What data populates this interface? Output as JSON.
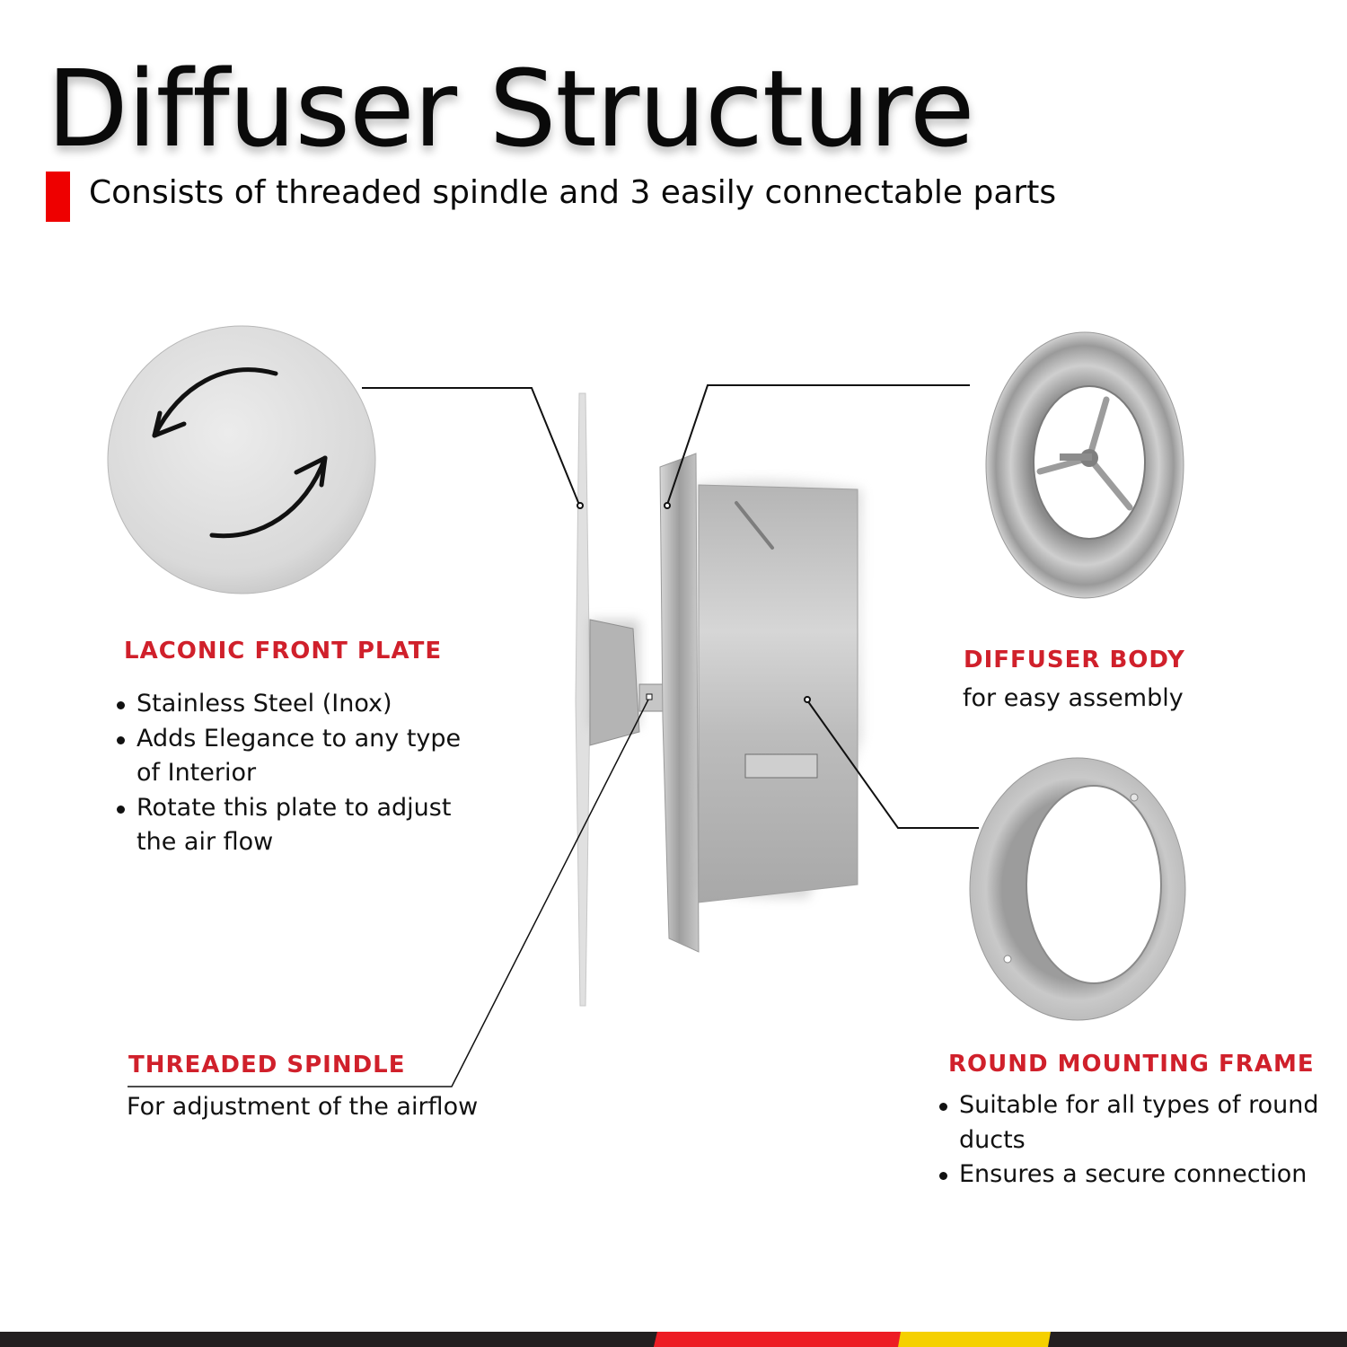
{
  "header": {
    "title": "Diffuser Structure",
    "subtitle": "Consists of threaded spindle and 3 easily connectable parts",
    "accent_color": "#ee0000"
  },
  "parts": {
    "front_plate": {
      "heading": "LACONIC FRONT PLATE",
      "bullets": [
        "Stainless Steel (Inox)",
        "Adds Elegance to any type of Interior",
        "Rotate this plate to adjust the air flow"
      ],
      "image_icon": "rotate-arrows-icon"
    },
    "diffuser_body": {
      "heading": "DIFFUSER BODY",
      "description": "for easy assembly"
    },
    "threaded_spindle": {
      "heading": "THREADED SPINDLE",
      "description": "For adjustment of the airflow"
    },
    "mounting_frame": {
      "heading": "ROUND MOUNTING FRAME",
      "bullets": [
        "Suitable for all types of round ducts",
        "Ensures a secure connection"
      ]
    }
  },
  "colors": {
    "heading_red": "#d0202b",
    "footer_dark": "#231f20",
    "footer_red": "#ed1c24",
    "footer_yellow": "#f5d000"
  }
}
